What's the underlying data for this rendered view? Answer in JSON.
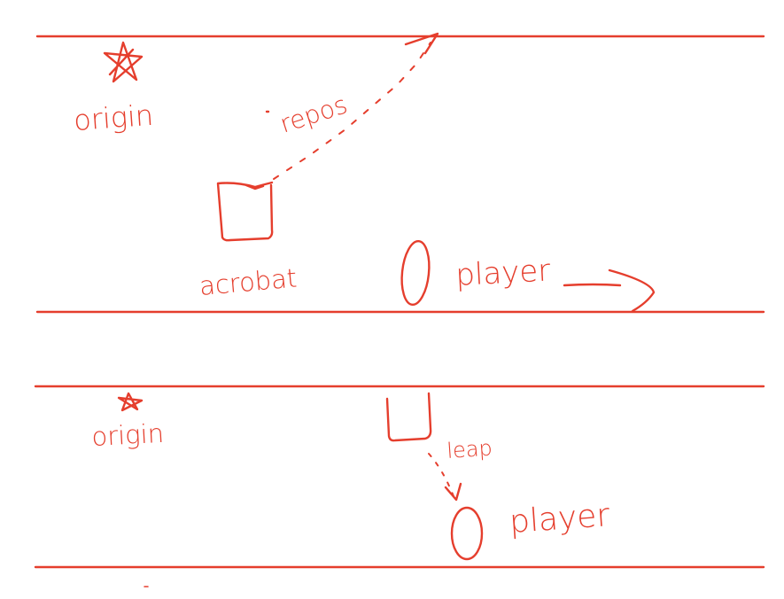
{
  "colors": {
    "ink": "#e53e2d",
    "background": "#ffffff"
  },
  "panels": [
    {
      "id": "top",
      "origin_label": "origin",
      "origin_icon": "star-icon",
      "acrobat_label": "acrobat",
      "acrobat_icon": "cup-shape",
      "player_label": "player",
      "player_icon": "oval-shape",
      "action_label": "repos",
      "player_motion": "right-arrow"
    },
    {
      "id": "bottom",
      "origin_label": "origin",
      "origin_icon": "star-icon",
      "acrobat_icon": "cup-shape",
      "player_label": "player",
      "player_icon": "oval-shape",
      "action_label": "leap"
    }
  ]
}
